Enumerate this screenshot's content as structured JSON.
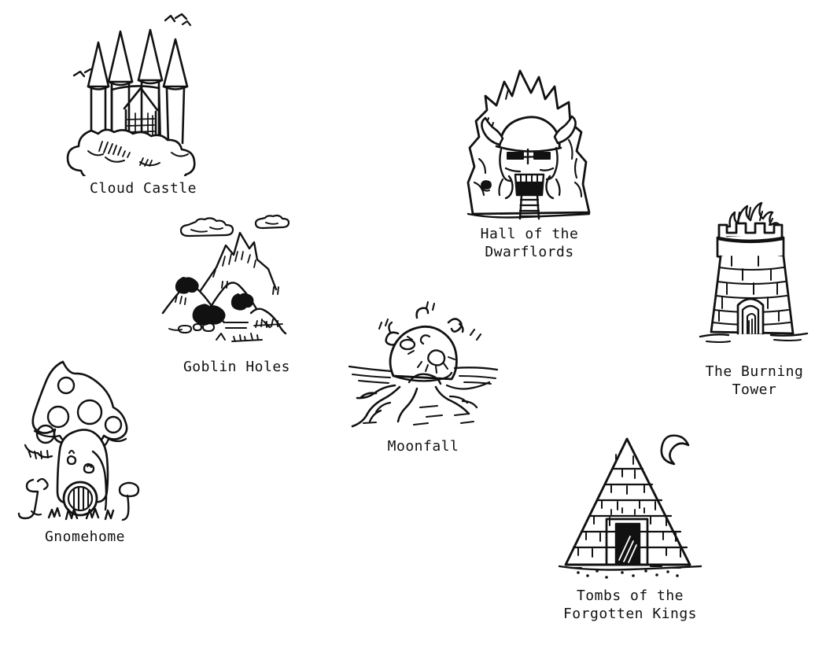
{
  "map": {
    "background_color": "#ffffff",
    "ink_color": "#111111",
    "style": "hand-drawn black ink line art, monospace typewriter labels",
    "landmark_count": 7
  },
  "landmarks": [
    {
      "id": "cloud-castle",
      "label": "Cloud Castle",
      "icon": "castle-on-cloud-icon",
      "details": [
        "four spired towers",
        "gatehouse with portcullis",
        "billowing cloud base",
        "birds in flight"
      ]
    },
    {
      "id": "goblin-holes",
      "label": "Goblin Holes",
      "icon": "mountains-with-caves-icon",
      "details": [
        "three mountain peaks",
        "dark cave mouths",
        "clouds above",
        "rocks and grass below"
      ]
    },
    {
      "id": "gnomehome",
      "label": "Gnomehome",
      "icon": "mushroom-house-icon",
      "details": [
        "spotted mushroom cap",
        "round barred door",
        "small windows",
        "grass tufts"
      ]
    },
    {
      "id": "moonfall",
      "label": "Moonfall",
      "icon": "fallen-moon-crater-icon",
      "details": [
        "cratered moon embedded in ground",
        "radiating cracks",
        "debris shards"
      ]
    },
    {
      "id": "hall-of-the-dwarflords",
      "label": "Hall of the\nDwarflords",
      "icon": "dwarf-face-mountain-icon",
      "details": [
        "jagged mountain",
        "carved horned helm",
        "dark eye slots",
        "braided beard",
        "stair into mouth"
      ]
    },
    {
      "id": "the-burning-tower",
      "label": "The Burning\nTower",
      "icon": "burning-tower-icon",
      "details": [
        "crenellated stone tower",
        "flames at the top",
        "arched doorway",
        "brick courses"
      ]
    },
    {
      "id": "tombs-of-the-forgotten-kings",
      "label": "Tombs of the\nForgotten Kings",
      "icon": "pyramid-tomb-icon",
      "details": [
        "stone-block pyramid",
        "dark entrance",
        "crescent moon",
        "sand speckles"
      ]
    }
  ]
}
